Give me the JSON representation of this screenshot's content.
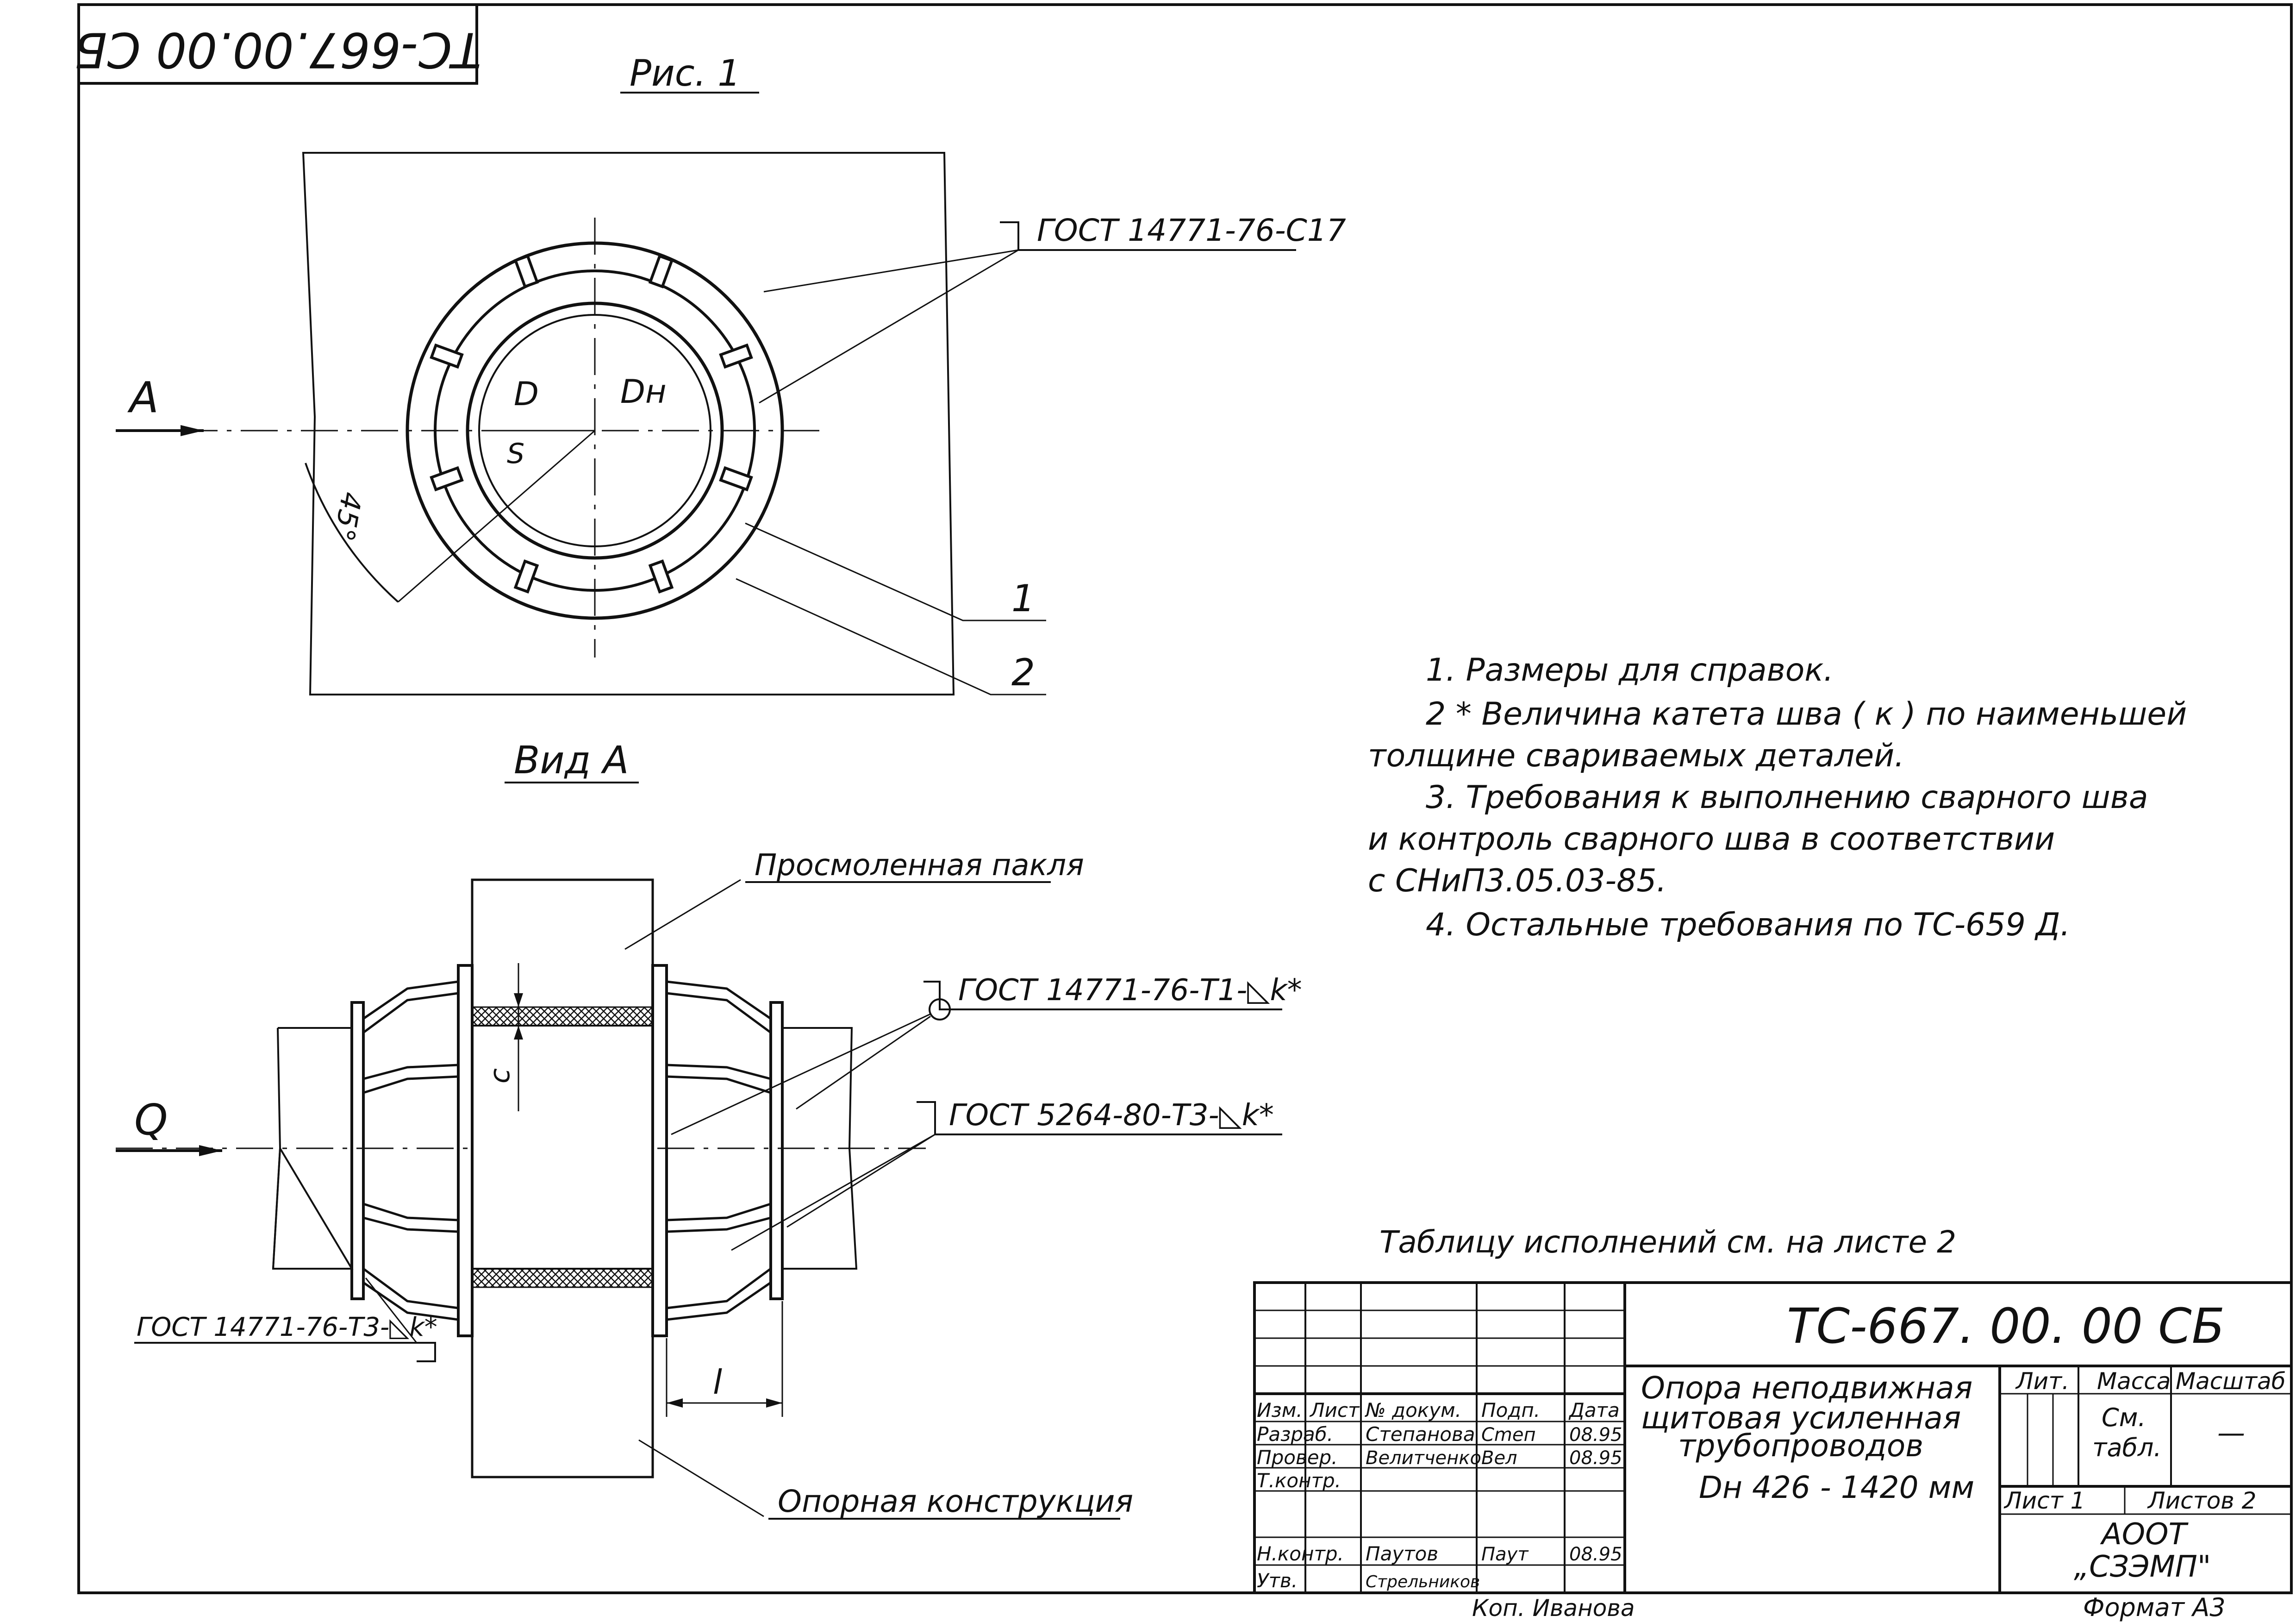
{
  "stamp": {
    "code_mirrored": "ТС-667.00.00 СБ"
  },
  "figure_label": "Рис. 1",
  "view_a": {
    "arrow_label": "A",
    "title": "Вид А",
    "angle_label": "45°",
    "dim_D": "D",
    "dim_Dn": "Dн",
    "dim_S": "S",
    "weld_callout": "ГОСТ 14771-76-С17",
    "leader_1": "1",
    "leader_2": "2"
  },
  "section": {
    "arrow_label": "Q",
    "label_tow": "Просмоленная пакля",
    "label_support": "Опорная конструкция",
    "weld_t1": "ГОСТ 14771-76-Т1-◺k*",
    "weld_t3_5264": "ГОСТ 5264-80-Т3-◺k*",
    "weld_t3_14771": "ГОСТ 14771-76-Т3-◺k*",
    "dim_c": "c",
    "dim_l": "l"
  },
  "notes": [
    "1.  Размеры для справок.",
    "2 * Величина катета шва ( к ) по наименьшей",
    "толщине свариваемых деталей.",
    "3. Требования к выполнению сварного шва",
    "и контроль сварного шва в соответствии",
    "с СНиП3.05.03-85.",
    "4.  Остальные требования по ТС-659 Д."
  ],
  "table_note": "Таблицу исполнений см. на листе 2",
  "title_block": {
    "doc_code": "ТС-667. 00. 00 СБ",
    "name_lines": [
      "Опора неподвижная",
      "щитовая усиленная",
      "трубопроводов",
      "Dн 426 - 1420 мм"
    ],
    "headers": [
      "Изм.",
      "Лист",
      "№ докум.",
      "Подп.",
      "Дата"
    ],
    "rows": [
      [
        "Разраб.",
        "Степанова",
        "Cmeп",
        "08.95"
      ],
      [
        "Провер.",
        "Велитченко",
        "Вел",
        "08.95"
      ],
      [
        "Т.контр.",
        "",
        "",
        ""
      ],
      [
        "",
        "",
        "",
        ""
      ],
      [
        "Н.контр.",
        "Паутов",
        "Паут",
        "08.95"
      ],
      [
        "Утв.",
        "Стрельников",
        "",
        ""
      ]
    ],
    "lit_label": "Лит.",
    "mass_label": "Масса",
    "scale_label": "Масштаб",
    "mass_value_1": "См.",
    "mass_value_2": "табл.",
    "scale_value": "—",
    "sheet_label": "Лист 1",
    "sheets_label": "Листов 2",
    "org_1": "АООТ",
    "org_2": "„СЗЭМП\""
  },
  "copied_by": "Коп. Иванова",
  "format": "Формат А3"
}
